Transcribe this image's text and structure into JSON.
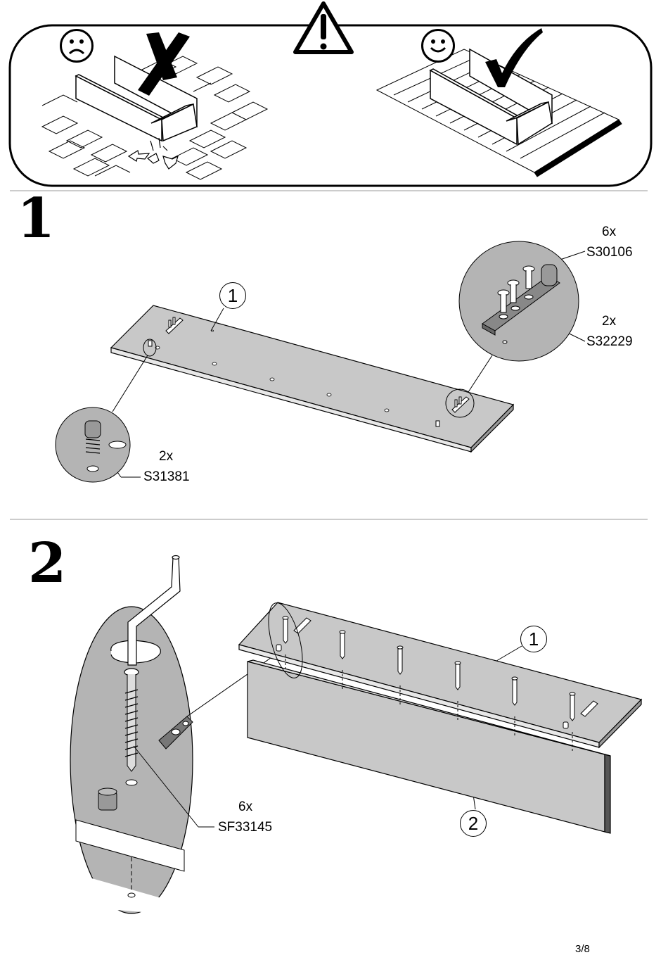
{
  "warning": {
    "icon": "warning-triangle-icon",
    "bad_face_icon": "sad-face-icon",
    "bad_mark_icon": "x-mark-icon",
    "good_face_icon": "happy-face-icon",
    "good_mark_icon": "check-mark-icon"
  },
  "step1": {
    "number": "1",
    "panel_label": "1",
    "hardware": [
      {
        "qty": "6x",
        "code": "S30106"
      },
      {
        "qty": "2x",
        "code": "S32229"
      },
      {
        "qty": "2x",
        "code": "S31381"
      }
    ]
  },
  "step2": {
    "number": "2",
    "panel_top_label": "1",
    "panel_bottom_label": "2",
    "hardware": {
      "qty": "6x",
      "code": "SF33145"
    },
    "tool_icon": "hex-key-icon"
  },
  "page": {
    "number": "3/8"
  },
  "colors": {
    "panel": "#c8c8c8",
    "detail": "#b4b4b4",
    "line": "#000000"
  }
}
